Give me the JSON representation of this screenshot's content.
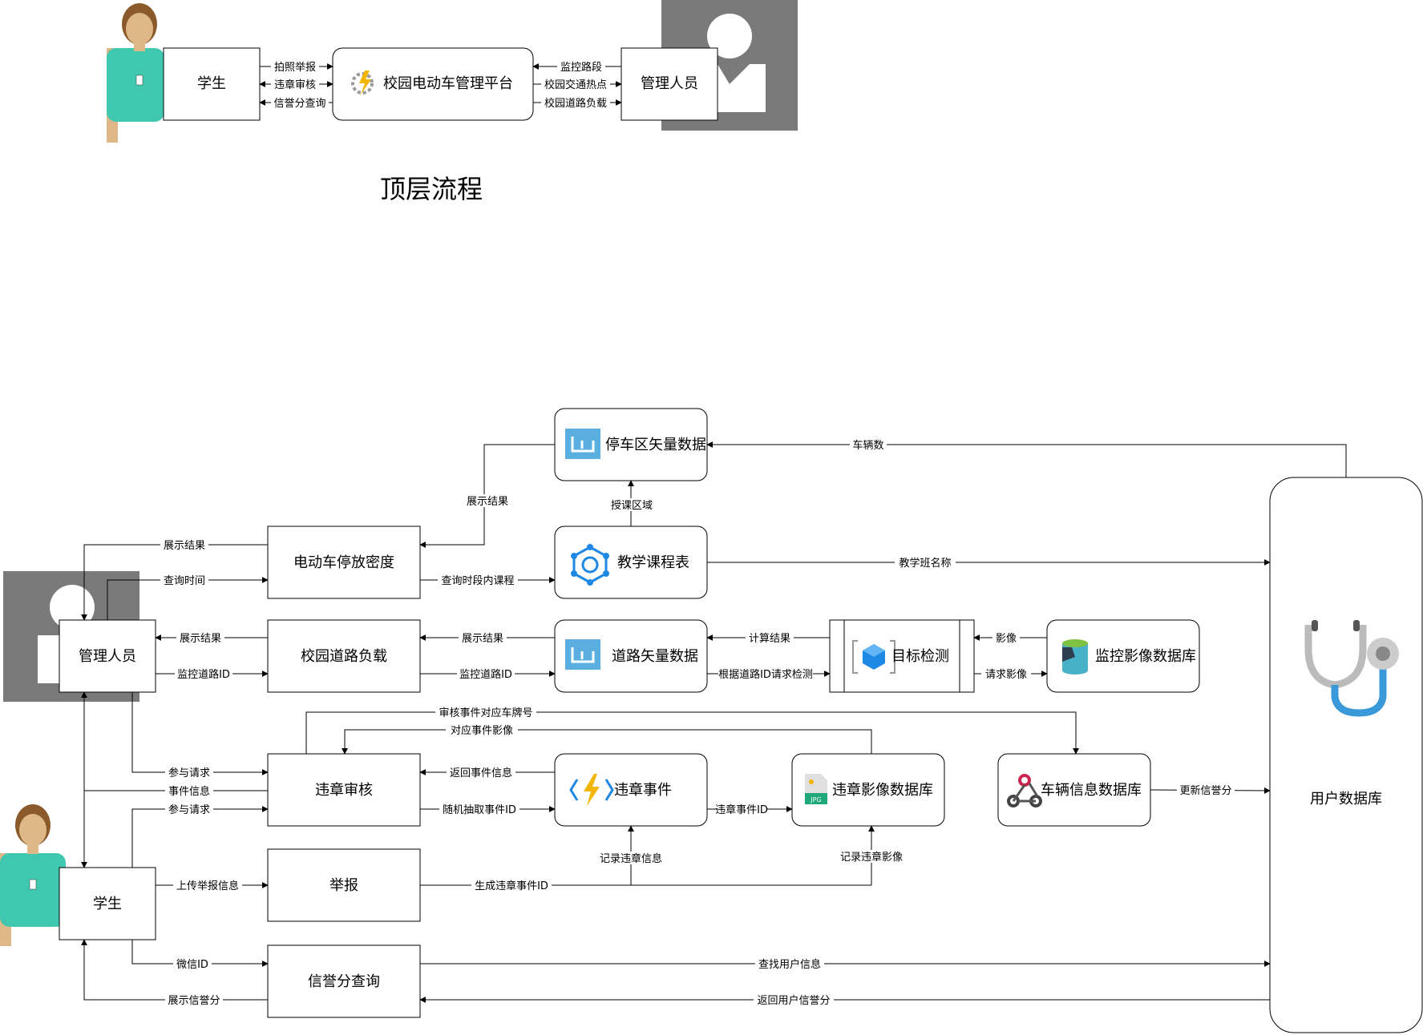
{
  "top": {
    "title": "顶层流程",
    "nodes": {
      "student": "学生",
      "platform": "校园电动车管理平台",
      "admin": "管理人员"
    },
    "edges": {
      "photo_report": "拍照举报",
      "violation_review": "违章审核",
      "credit_query": "信誉分查询",
      "monitor_segment": "监控路段",
      "traffic_hotspot": "校园交通热点",
      "road_load": "校园道路负载"
    }
  },
  "main": {
    "nodes": {
      "parking_vector": "停车区矢量数据",
      "ebike_density": "电动车停放密度",
      "course_table": "教学课程表",
      "admin": "管理人员",
      "road_load": "校园道路负载",
      "road_vector": "道路矢量数据",
      "object_detection": "目标检测",
      "video_db": "监控影像数据库",
      "violation_review": "违章审核",
      "violation_event": "违章事件",
      "violation_image_db": "违章影像数据库",
      "vehicle_db": "车辆信息数据库",
      "user_db": "用户数据库",
      "student": "学生",
      "report": "举报",
      "credit_query": "信誉分查询"
    },
    "edges": {
      "vehicle_count": "车辆数",
      "show_result_1": "展示结果",
      "class_area": "授课区域",
      "show_result_2": "展示结果",
      "query_time": "查询时间",
      "query_courses": "查询时段内课程",
      "class_name": "教学班名称",
      "show_result_3": "展示结果",
      "show_result_4": "展示结果",
      "calc_result": "计算结果",
      "image": "影像",
      "monitor_road_id_1": "监控道路ID",
      "monitor_road_id_2": "监控道路ID",
      "detect_by_road": "根据道路ID请求检测",
      "request_image": "请求影像",
      "review_plate": "审核事件对应车牌号",
      "event_image": "对应事件影像",
      "join_request_1": "参与请求",
      "event_info": "事件信息",
      "join_request_2": "参与请求",
      "return_event_info": "返回事件信息",
      "random_event_id": "随机抽取事件ID",
      "violation_event_id": "违章事件ID",
      "update_credit": "更新信誉分",
      "record_violation_info": "记录违章信息",
      "record_violation_image": "记录违章影像",
      "upload_report": "上传举报信息",
      "gen_event_id": "生成违章事件ID",
      "wechat_id": "微信ID",
      "find_user": "查找用户信息",
      "show_credit": "展示信誉分",
      "return_credit": "返回用户信誉分"
    }
  },
  "colors": {
    "person_shirt": "#3fc7b0",
    "person_skin": "#deb887",
    "person_hair": "#8b5a2b",
    "admin_icon_bg": "#7a7a7a",
    "azure_blue": "#1e88e5",
    "db_teal": "#46b1c9"
  }
}
